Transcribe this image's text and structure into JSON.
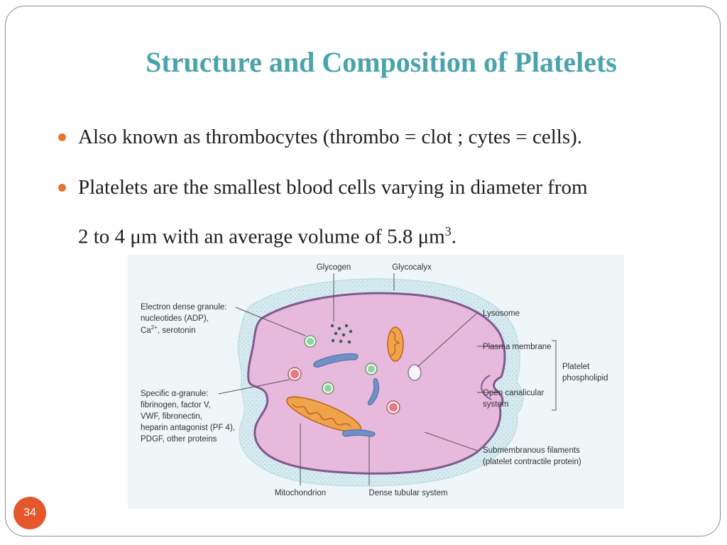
{
  "slide": {
    "title": "Structure and Composition  of Platelets",
    "bullets": [
      "Also known as thrombocytes (thrombo = clot ; cytes = cells).",
      "Platelets are the smallest blood cells varying in diameter from",
      "2 to 4 μm with an average volume of 5.8 μm",
      "3",
      "."
    ],
    "page_number": "34"
  },
  "diagram": {
    "labels": {
      "glycogen": "Glycogen",
      "glycocalyx": "Glycocalyx",
      "electron_dense_1": "Electron dense granule:",
      "electron_dense_2": "nucleotides (ADP),",
      "electron_dense_3": "Ca",
      "electron_dense_3_sup": "2+",
      "electron_dense_3_tail": ", serotonin",
      "lysosome": "Lysosome",
      "plasma_membrane": "Plasma membrane",
      "platelet_phospholipid_1": "Platelet",
      "platelet_phospholipid_2": "phospholipid",
      "alpha_1": "Specific α-granule:",
      "alpha_2": "fibrinogen, factor V,",
      "alpha_3": "VWF, fibronectin,",
      "alpha_4": "heparin antagonist (PF 4),",
      "alpha_5": "PDGF, other proteins",
      "open_canalicular_1": "Open canalicular",
      "open_canalicular_2": "system",
      "submembranous_1": "Submembranous filaments",
      "submembranous_2": "(platelet contractile protein)",
      "mitochondrion": "Mitochondrion",
      "dense_tubular": "Dense tubular system"
    },
    "colors": {
      "glycocalyx": "#cfe6ee",
      "cytoplasm": "#e7b9dc",
      "membrane": "#7f5a8e",
      "mitochondrion": "#f0a34a",
      "tubular": "#6f8fc6",
      "granule_green": "#8ed59a",
      "granule_red": "#e57a84"
    }
  }
}
